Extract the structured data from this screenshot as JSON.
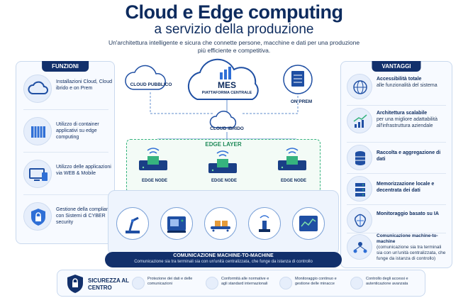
{
  "header": {
    "title": "Cloud e Edge computing",
    "subtitle": "a servizio della produzione",
    "intro": "Un'architettura intelligente e sicura che connette persone, macchine e dati per una produzione più efficiente e competitiva."
  },
  "funzioni": {
    "heading": "FUNZIONI",
    "items": [
      {
        "label": "Installazioni Cloud, Cloud ibrido e on Prem",
        "icon": "cloud-icon"
      },
      {
        "label": "Utilizzo di container applicativi su edge computing",
        "icon": "container-icon"
      },
      {
        "label": "Utilizzo delle applicazioni via WEB & Mobile",
        "icon": "devices-icon"
      },
      {
        "label": "Gestione della compliance con Sistemi di CYBER security",
        "icon": "shield-lock-icon"
      }
    ]
  },
  "vantaggi": {
    "heading": "VANTAGGI",
    "items": [
      {
        "title": "Accessibilità totale",
        "desc": "alle funzionalità del sistema",
        "icon": "globe-icon"
      },
      {
        "title": "Architettura scalabile",
        "desc": "per una migliore adattabilità all'infrastruttura aziendale",
        "icon": "growth-chart-icon"
      },
      {
        "title": "Raccolta e aggregazione di dati",
        "desc": "",
        "icon": "database-icon"
      },
      {
        "title": "Memorizzazione locale e decentrata dei dati",
        "desc": "",
        "icon": "server-icon"
      },
      {
        "title": "Monitoraggio basato su IA",
        "desc": "",
        "icon": "ai-brain-icon"
      },
      {
        "title": "Comunicazione machine-to-machine",
        "desc": "(comunicazione sia tra terminali sia con un'unità centralizzata, che funge da istanza di controllo)",
        "icon": "network-people-icon"
      }
    ]
  },
  "diagram": {
    "cloud_publico": "CLOUD PUBBLICO",
    "mes": "MES",
    "mes_sub": "PIATTAFORMA CENTRALE",
    "on_prem": "ON PREM",
    "cloud_ibrido": "CLOUD IBRIDO",
    "edge_layer": "EDGE LAYER",
    "edge_nodes": [
      "EDGE NODE",
      "EDGE NODE",
      "EDGE NODE"
    ],
    "m2m_title": "COMUNICAZIONE MACHINE-TO-MACHINE",
    "m2m_desc": "Comunicazione sia tra terminali sia con un'unità centralizzata, che funge da istanza di controllo",
    "machines": [
      "robot-arm-icon",
      "cnc-machine-icon",
      "conveyor-icon",
      "sensor-icon",
      "control-panel-icon"
    ]
  },
  "footer": {
    "security_title": "SICUREZZA AL CENTRO",
    "items": [
      "Protezione dei dati e delle comunicazioni",
      "Conformità alle normative e agli standard internazionali",
      "Monitoraggio continuo e gestione delle minacce",
      "Controllo degli accessi e autenticazione avanzata"
    ]
  },
  "colors": {
    "navy": "#12306b",
    "edge_green": "#36b37e",
    "accent_blue": "#2f6fd6"
  }
}
